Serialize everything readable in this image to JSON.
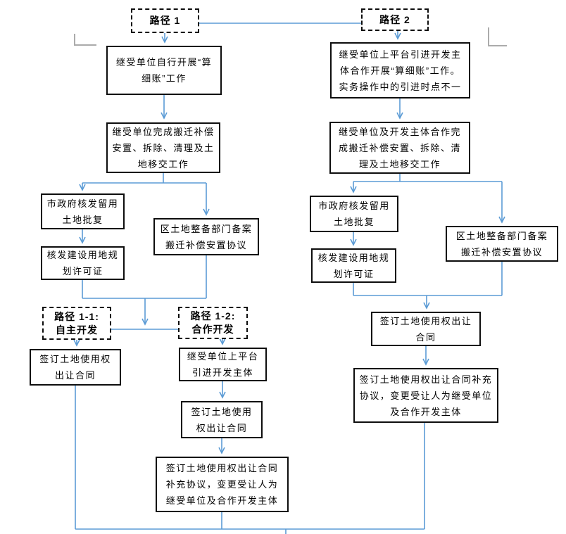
{
  "colors": {
    "connector": "#5B9BD5",
    "box_border": "#0d0d0d",
    "text": "#000000",
    "crop_mark": "#ababab"
  },
  "flowchart": {
    "path1": {
      "label": "路径 1",
      "calc": "继受单位自行开展“算细账”工作",
      "handover": "继受单位完成搬迁补偿安置、拆除、清理及土地移交工作",
      "gov_approval": "市政府核发留用土地批复",
      "planning_permit": "核发建设用地规划许可证",
      "district_record": "区土地整备部门备案搬迁补偿安置协议",
      "sub1_1": {
        "label": "路径 1-1:\n自主开发",
        "sign_contract": "签订土地使用权出让合同"
      },
      "sub1_2": {
        "label": "路径 1-2:\n合作开发",
        "platform": "继受单位上平台引进开发主体",
        "sign_contract": "签订土地使用权出让合同",
        "supplement": "签订土地使用权出让合同补充协议，变更受让人为继受单位及合作开发主体"
      }
    },
    "path2": {
      "label": "路径 2",
      "calc": "继受单位上平台引进开发主体合作开展“算细账”工作。实务操作中的引进时点不一",
      "handover": "继受单位及开发主体合作完成搬迁补偿安置、拆除、清理及土地移交工作",
      "gov_approval": "市政府核发留用土地批复",
      "planning_permit": "核发建设用地规划许可证",
      "district_record": "区土地整备部门备案搬迁补偿安置协议",
      "sign_contract": "签订土地使用权出让合同",
      "supplement": "签订土地使用权出让合同补充协议，变更受让人为继受单位及合作开发主体"
    }
  }
}
